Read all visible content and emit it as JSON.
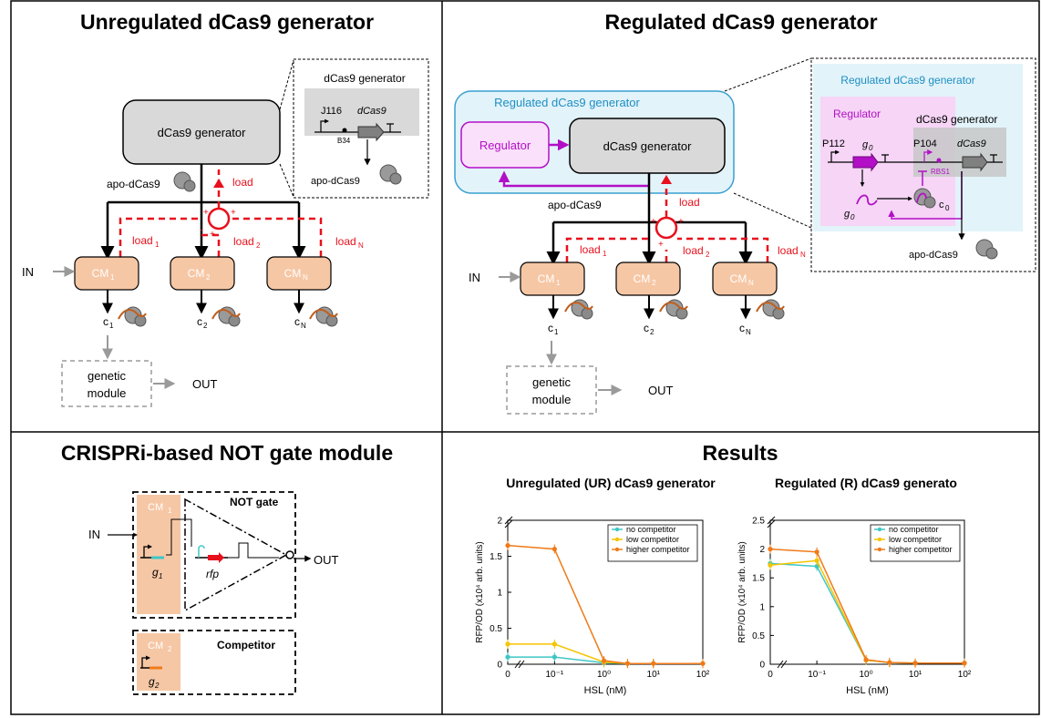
{
  "panels": {
    "unregulated": {
      "title": "Unregulated dCas9 generator",
      "generator_label": "dCas9 generator",
      "apo_label": "apo-dCas9",
      "load_label": "load",
      "load1": "load",
      "load2": "load",
      "loadN": "load",
      "sub1": "1",
      "sub2": "2",
      "subN": "N",
      "cm1": "CM",
      "cm2": "CM",
      "cmN": "CM",
      "c1": "c",
      "c2": "c",
      "cN": "c",
      "in_label": "IN",
      "module_line1": "genetic",
      "module_line2": "module",
      "out_label": "OUT",
      "inset_title": "dCas9 generator",
      "inset_promoter": "J116",
      "inset_gene": "dCas9",
      "inset_rbs": "B34",
      "inset_apo": "apo-dCas9"
    },
    "regulated": {
      "title": "Regulated dCas9 generator",
      "outer_label": "Regulated dCas9 generator",
      "regulator_label": "Regulator",
      "generator_label": "dCas9 generator",
      "apo_label": "apo-dCas9",
      "load_label": "load",
      "load1": "load",
      "load2": "load",
      "loadN": "load",
      "cm1": "CM",
      "cm2": "CM",
      "cmN": "CM",
      "c1": "c",
      "c2": "c",
      "cN": "c",
      "in_label": "IN",
      "module_line1": "genetic",
      "module_line2": "module",
      "out_label": "OUT",
      "inset_title": "Regulated dCas9 generator",
      "inset_regulator": "Regulator",
      "inset_generator": "dCas9 generator",
      "inset_p112": "P112",
      "inset_g0": "g",
      "inset_g0_sub": "0",
      "inset_p104": "P104",
      "inset_dcas9": "dCas9",
      "inset_rbs1": "RBS1",
      "inset_c0": "c",
      "inset_c0_sub": "0",
      "inset_apo": "apo-dCas9"
    },
    "notgate": {
      "title": "CRISPRi-based NOT gate module",
      "cm1": "CM",
      "cm2": "CM",
      "notgate_label": "NOT gate",
      "competitor_label": "Competitor",
      "in_label": "IN",
      "out_label": "OUT",
      "g1": "g",
      "g1_sub": "1",
      "g2": "g",
      "g2_sub": "2",
      "rfp": "rfp"
    },
    "results": {
      "title": "Results"
    }
  },
  "chart_data": [
    {
      "type": "line",
      "title": "Unregulated (UR) dCas9 generator",
      "xlabel": "HSL (nM)",
      "ylabel": "RFP/OD  (x10⁴ arb. units)",
      "x": [
        0,
        0.1,
        1,
        3,
        10,
        100
      ],
      "x_tick_labels": [
        "0",
        "10⁻¹",
        "10⁰",
        "10¹",
        "10²"
      ],
      "y_tick_labels": [
        "0",
        "0.5",
        "1",
        "1.5",
        "2"
      ],
      "ylim": [
        0,
        2
      ],
      "x_scale": "log with broken axis at 0",
      "grid": false,
      "legend_position": "top-right",
      "series": [
        {
          "name": "no competitor",
          "color": "#3fc6c6",
          "values": [
            0.1,
            0.1,
            0.02,
            0.01,
            0.01,
            0.01
          ]
        },
        {
          "name": "low competitor",
          "color": "#f5c400",
          "values": [
            0.28,
            0.28,
            0.03,
            0.01,
            0.01,
            0.01
          ]
        },
        {
          "name": "higher competitor",
          "color": "#f07a1a",
          "values": [
            1.65,
            1.6,
            0.05,
            0.01,
            0.01,
            0.01
          ]
        }
      ]
    },
    {
      "type": "line",
      "title": "Regulated (R) dCas9 generato",
      "xlabel": "HSL (nM)",
      "ylabel": "RFP/OD  (x10⁴ arb. units)",
      "x": [
        0,
        0.1,
        1,
        3,
        10,
        100
      ],
      "x_tick_labels": [
        "0",
        "10⁻¹",
        "10⁰",
        "10¹",
        "10²"
      ],
      "y_tick_labels": [
        "0",
        "0.5",
        "1",
        "1.5",
        "2",
        "2.5"
      ],
      "ylim": [
        0,
        2.5
      ],
      "x_scale": "log with broken axis at 0",
      "grid": false,
      "legend_position": "top-right",
      "series": [
        {
          "name": "no competitor",
          "color": "#3fc6c6",
          "values": [
            1.75,
            1.7,
            0.07,
            0.03,
            0.02,
            0.02
          ]
        },
        {
          "name": "low competitor",
          "color": "#f5c400",
          "values": [
            1.72,
            1.8,
            0.07,
            0.03,
            0.02,
            0.02
          ]
        },
        {
          "name": "higher competitor",
          "color": "#f07a1a",
          "values": [
            2.0,
            1.95,
            0.08,
            0.03,
            0.02,
            0.02
          ]
        }
      ]
    }
  ],
  "colors": {
    "cm_fill": "#f6c7a5",
    "load_red": "#e8101c",
    "regulator_magenta": "#b30fc7",
    "regulated_box": "#e2f3fa",
    "regulated_border": "#3a9fd0"
  }
}
